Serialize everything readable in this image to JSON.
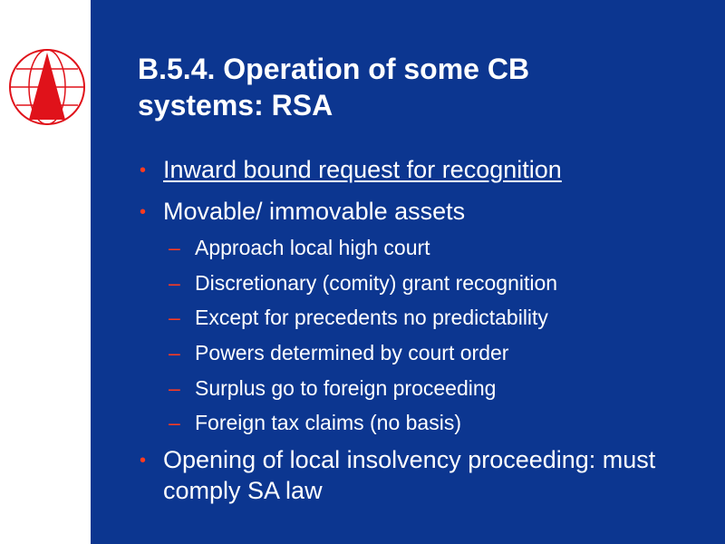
{
  "slide": {
    "title_line1": "B.5.4. Operation of some CB",
    "title_line2": "systems: RSA",
    "bullets": [
      {
        "text": "Inward bound request for recognition",
        "underline": true
      },
      {
        "text": "Movable/ immovable assets"
      }
    ],
    "sub_bullets": [
      "Approach local high court",
      "Discretionary (comity) grant recognition",
      "Except for precedents no predictability",
      "Powers determined by court order",
      "Surplus go to foreign proceeding",
      "Foreign tax claims (no basis)"
    ],
    "last_bullet": "Opening of local insolvency proceeding: must comply SA law",
    "bullet_glyph": "•",
    "dash_glyph": "–"
  },
  "colors": {
    "background": "#0c3690",
    "text": "#ffffff",
    "bullet": "#ff3b1f",
    "logo": "#e0121a"
  },
  "icons": {
    "logo": "red-globe-triangle-logo"
  }
}
